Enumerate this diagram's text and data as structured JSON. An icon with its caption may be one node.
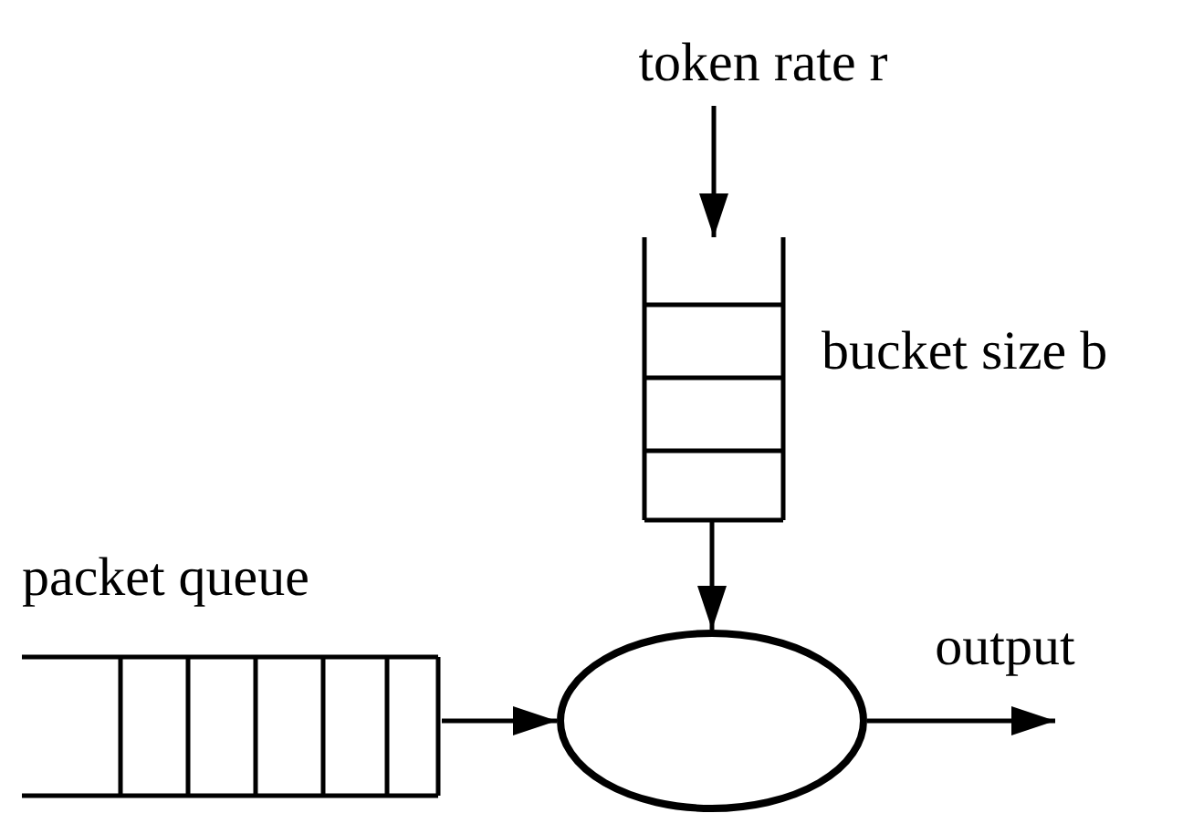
{
  "diagram": {
    "nodes": [
      {
        "text": [
          "token rate r"
        ]
      },
      {
        "text": [],
        "shape": "bucket",
        "beside": [
          "bucket size b"
        ]
      },
      {
        "text": [
          "packet queue"
        ]
      },
      {
        "text": [],
        "shape": "ellipse"
      }
    ],
    "edges": [
      {
        "from": 0,
        "to": 1,
        "arrow": "to"
      },
      {
        "from": 1,
        "to": 3,
        "arrow": "to"
      },
      {
        "from": 2,
        "to": 3,
        "arrow": "to"
      },
      {
        "from": 3,
        "to": null,
        "arrow": "to",
        "label": "output"
      }
    ]
  }
}
